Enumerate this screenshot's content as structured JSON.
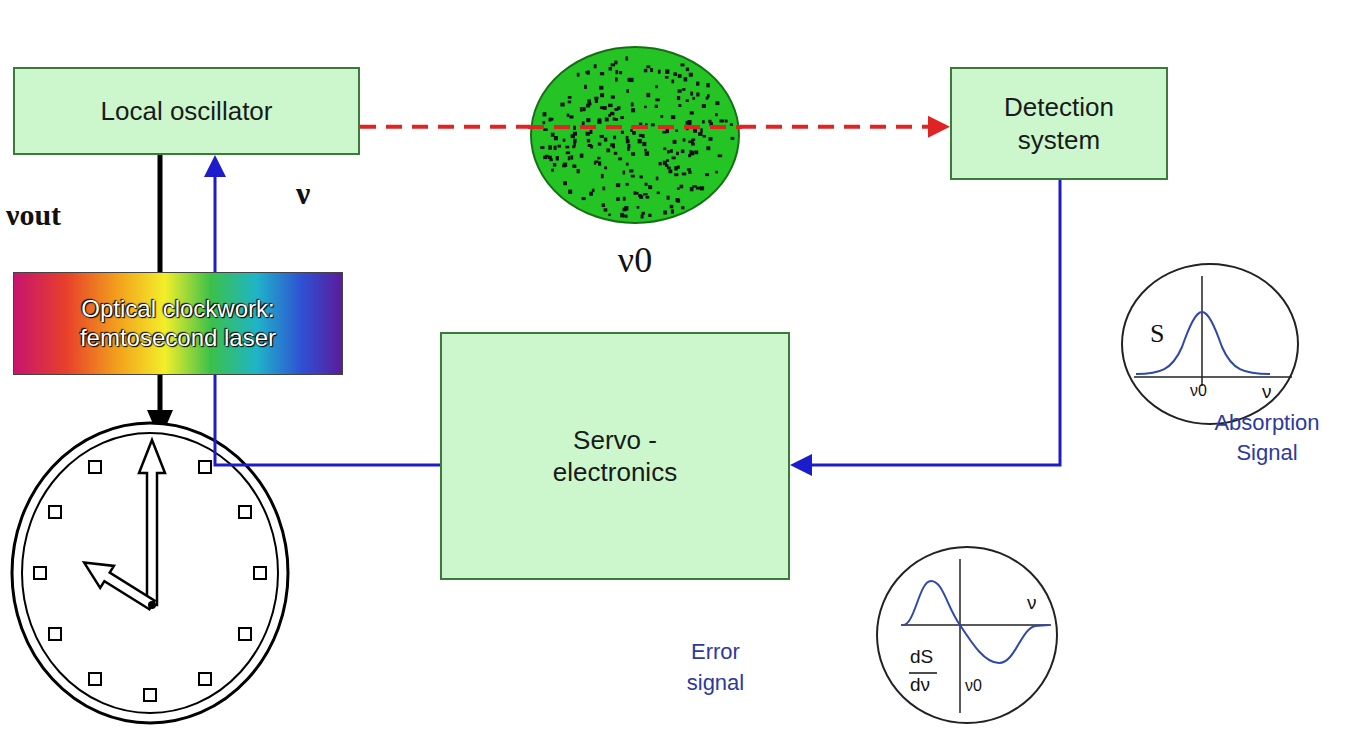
{
  "diagram": {
    "nodes": [
      {
        "text": [
          "Local oscillator"
        ]
      },
      {
        "text": [
          "Optical clockwork: femtosecond laser"
        ]
      },
      {
        "text": [
          "ν0"
        ]
      },
      {
        "text": [
          "Detection system"
        ]
      },
      {
        "text": [
          "Servo - electronics"
        ]
      },
      {
        "text": [
          "S",
          "ν0",
          "ν",
          "Absorption Signal"
        ]
      },
      {
        "text": [
          "dS",
          "dν",
          "ν0",
          "ν",
          "Error signal"
        ]
      }
    ],
    "edges": [
      {
        "from": 0,
        "to": 2,
        "arrow": "none"
      },
      {
        "from": 2,
        "to": 3,
        "arrow": "to"
      },
      {
        "from": 3,
        "to": 4,
        "arrow": "to"
      },
      {
        "from": 4,
        "to": 0,
        "arrow": "to"
      },
      {
        "from": 0,
        "to": 1,
        "arrow": "none"
      }
    ],
    "labels": [
      "νout",
      "ν"
    ]
  }
}
